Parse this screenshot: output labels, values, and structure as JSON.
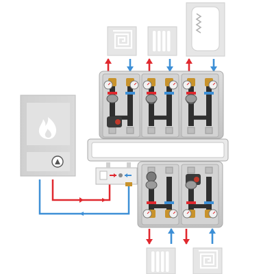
{
  "colors": {
    "supply": "#e0282e",
    "return": "#3d8fd6",
    "frame": "#c9c9c9",
    "frame_dark": "#9a9a9a",
    "panel": "#d8d8d8",
    "pipe": "#2f2f2f",
    "brass": "#c8932c",
    "gauge": "#f2f2f2",
    "flame": "#ffffff",
    "boiler": "#d3d3d3"
  },
  "icons": {
    "boiler": "boiler-icon",
    "flame": "flame-icon",
    "pump": "pump-icon",
    "floor_heating": "floor-heating-icon",
    "radiator": "radiator-icon",
    "water_tank": "hot-water-tank-icon"
  },
  "diagram": {
    "top_modules": 3,
    "bottom_modules": 2,
    "top_consumers": [
      "floor-heating",
      "radiator",
      "hot-water-tank"
    ],
    "bottom_consumers": [
      "radiator",
      "floor-heating"
    ]
  }
}
